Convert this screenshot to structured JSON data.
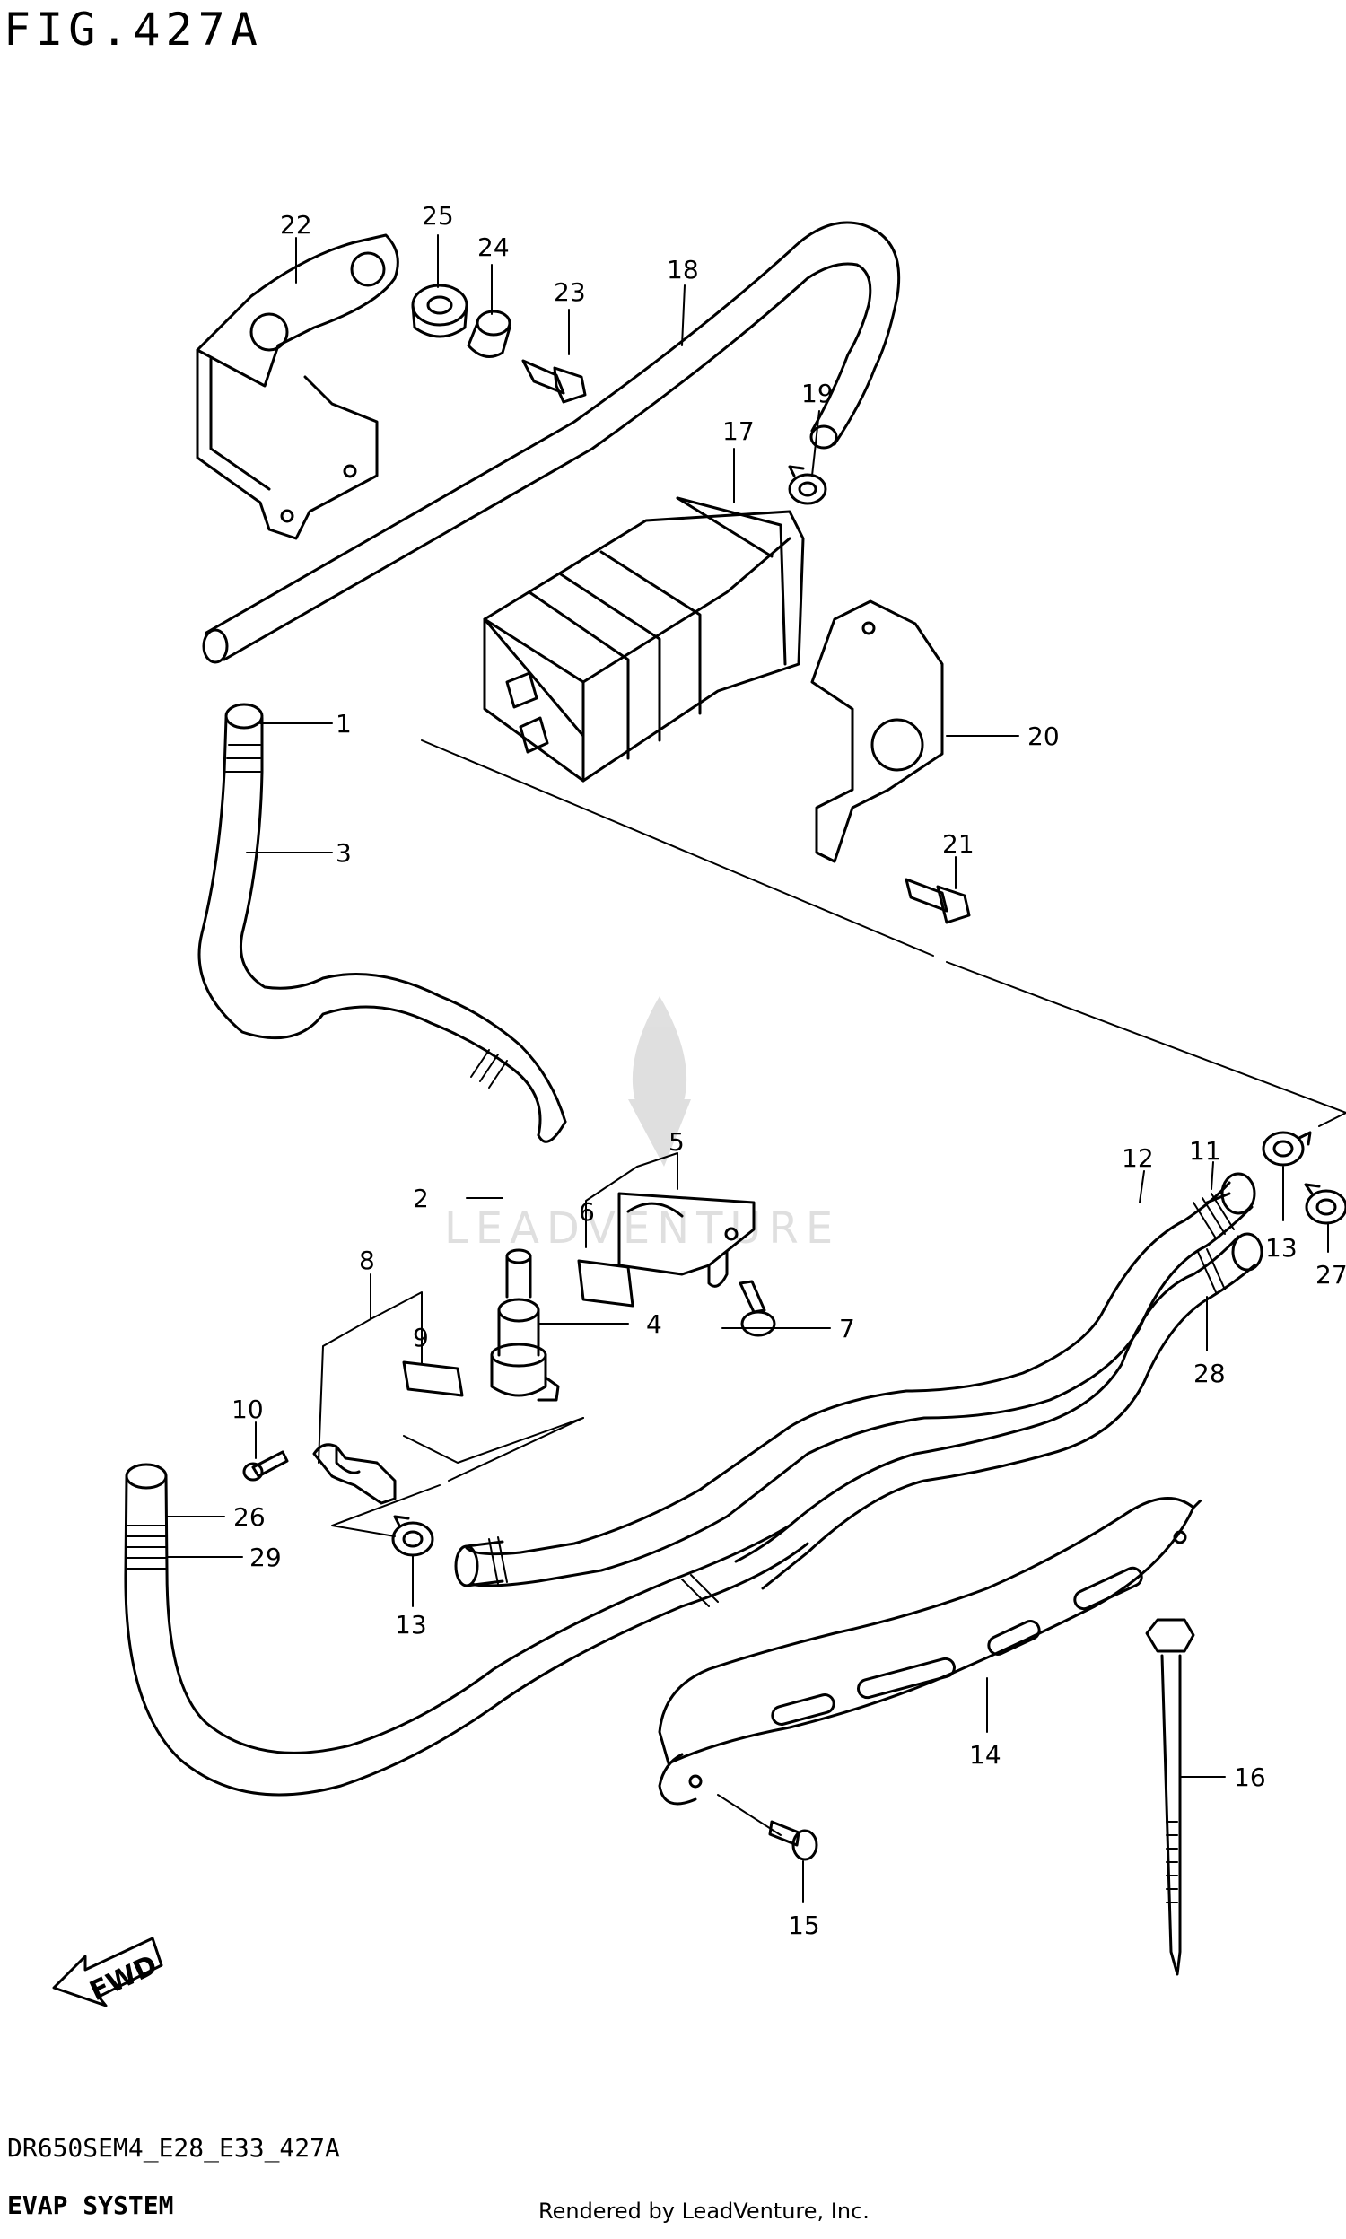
{
  "figure_title": "FIG.427A",
  "model_code": "DR650SEM4_E28_E33_427A",
  "section_name": "EVAP SYSTEM",
  "render_credit": "Rendered by LeadVenture, Inc.",
  "watermark_text": "LEADVENTURE",
  "fwd_label": "FWD",
  "callouts": [
    "1",
    "2",
    "3",
    "4",
    "5",
    "6",
    "7",
    "8",
    "9",
    "10",
    "11",
    "12",
    "13",
    "13",
    "14",
    "15",
    "16",
    "17",
    "18",
    "19",
    "20",
    "21",
    "22",
    "23",
    "24",
    "25",
    "26",
    "27",
    "28",
    "29"
  ]
}
